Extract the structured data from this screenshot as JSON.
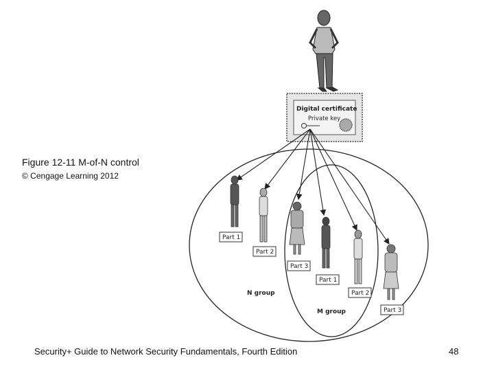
{
  "figure": {
    "title": "Figure 12-11 M-of-N control",
    "credit": "© Cengage Learning 2012"
  },
  "certificate": {
    "title": "Digital certificate",
    "key_label": "Private key"
  },
  "groups": {
    "n_label": "N group",
    "m_label": "M group"
  },
  "parts": [
    "Part 1",
    "Part 2",
    "Part 3",
    "Part 1",
    "Part 2",
    "Part 3"
  ],
  "footer": {
    "text": "Security+ Guide to Network Security Fundamentals, Fourth Edition",
    "page": "48"
  },
  "icons": [
    "woman-figure",
    "certificate-seal",
    "key-icon",
    "person-figure"
  ]
}
